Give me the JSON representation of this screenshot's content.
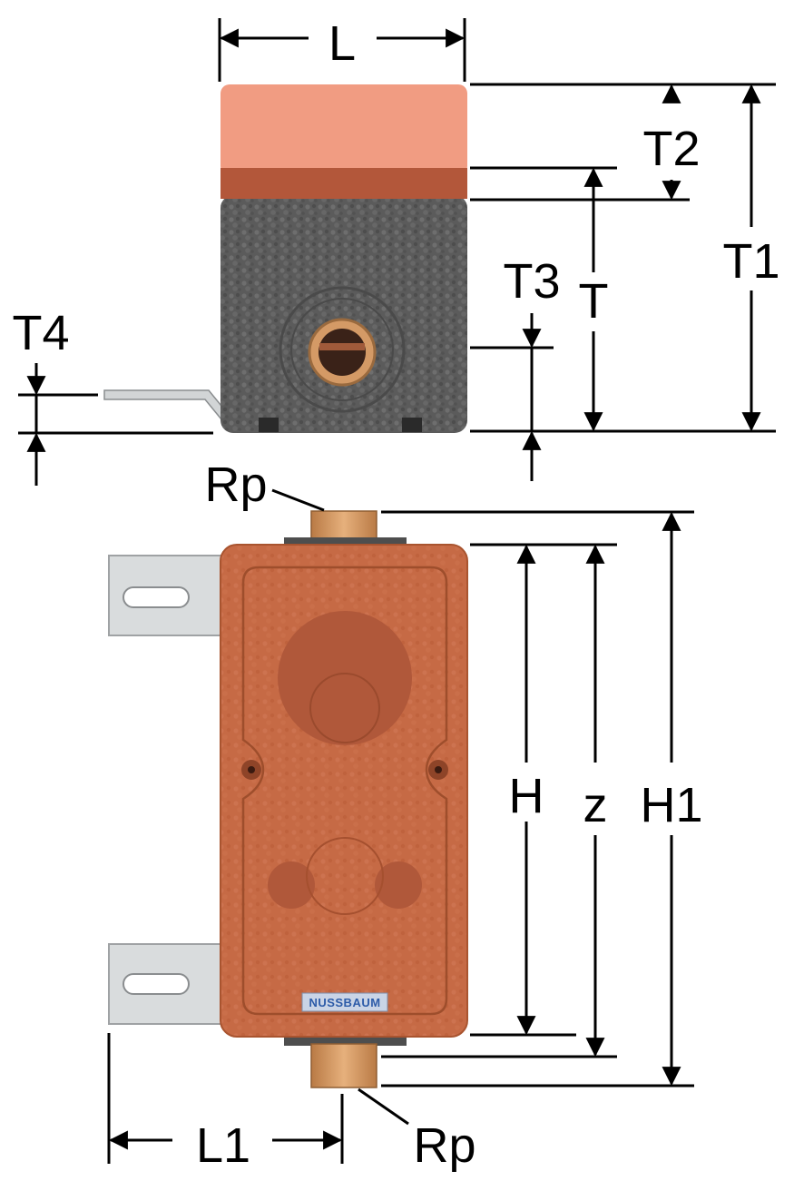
{
  "labels": {
    "L": "L",
    "T1": "T1",
    "T2": "T2",
    "T3": "T3",
    "T": "T",
    "T4": "T4",
    "Rp_top": "Rp",
    "Rp_bottom": "Rp",
    "H": "H",
    "z": "z",
    "H1": "H1",
    "L1": "L1"
  },
  "brand": {
    "logo_text": "NUSSBAUM"
  },
  "colors": {
    "cap_top": "#F09A80",
    "cap_band": "#B6583A",
    "foam_dark": "#5C5C5C",
    "body_orange": "#C86A44",
    "bracket_gray": "#D9DCDD",
    "brass": "#D59A64",
    "logo_bg": "#C9D4E6",
    "logo_fg": "#2C5BA8"
  }
}
